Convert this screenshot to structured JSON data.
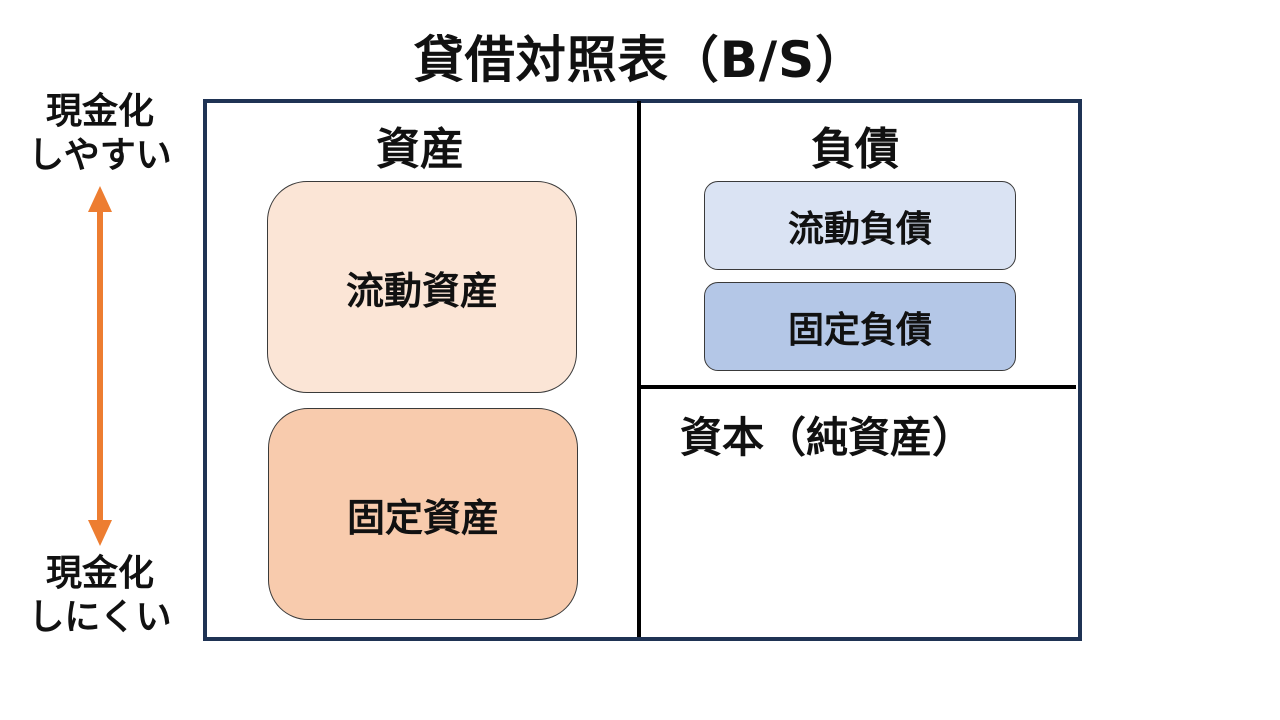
{
  "title": "貸借対照表（B/S）",
  "liquidity_axis": {
    "top_label_line1": "現金化",
    "top_label_line2": "しやすい",
    "bottom_label_line1": "現金化",
    "bottom_label_line2": "しにくい",
    "arrow_color": "#ed7d31"
  },
  "assets": {
    "heading": "資産",
    "current": "流動資産",
    "fixed": "固定資産"
  },
  "liabilities": {
    "heading": "負債",
    "current": "流動負債",
    "fixed": "固定負債"
  },
  "equity": {
    "heading": "資本（純資産）"
  },
  "colors": {
    "frame": "#1f3354",
    "current_assets_fill": "#fbe5d6",
    "fixed_assets_fill": "#f8cbad",
    "current_liabilities_fill": "#dae3f3",
    "fixed_liabilities_fill": "#b4c7e7"
  }
}
